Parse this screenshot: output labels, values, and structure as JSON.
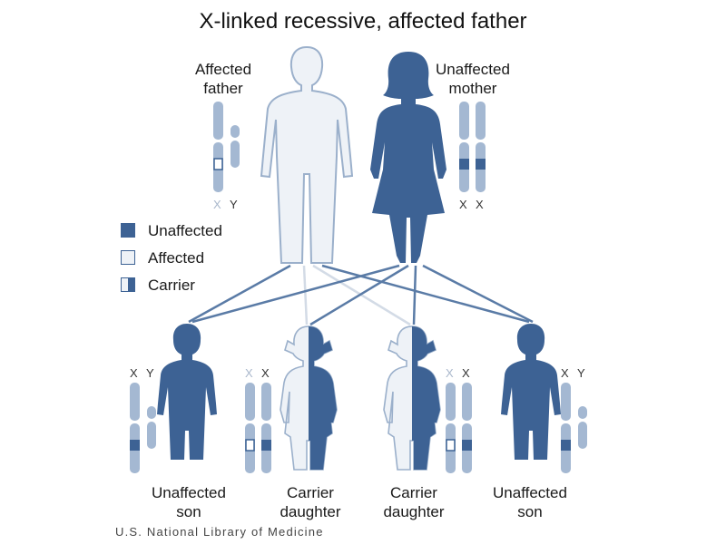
{
  "title": "X-linked recessive, affected father",
  "colors": {
    "unaffected": "#3d6294",
    "affected": "#eef2f7",
    "outline": "#9bb0cb",
    "chromosome": "#a4b8d2",
    "line_dark": "#5a7ba6",
    "line_light": "#d3dbe6"
  },
  "parents": {
    "father_label": "Affected\nfather",
    "mother_label": "Unaffected\nmother",
    "father_chr": [
      "X",
      "Y"
    ],
    "mother_chr": [
      "X",
      "X"
    ]
  },
  "legend": [
    {
      "label": "Unaffected",
      "style": "unaffected"
    },
    {
      "label": "Affected",
      "style": "affected"
    },
    {
      "label": "Carrier",
      "style": "carrier"
    }
  ],
  "children": [
    {
      "label": "Unaffected\nson",
      "chr": [
        "X",
        "Y"
      ]
    },
    {
      "label": "Carrier\ndaughter",
      "chr": [
        "X",
        "X"
      ]
    },
    {
      "label": "Carrier\ndaughter",
      "chr": [
        "X",
        "X"
      ]
    },
    {
      "label": "Unaffected\nson",
      "chr": [
        "X",
        "Y"
      ]
    }
  ],
  "credit": "U.S. National Library of Medicine"
}
